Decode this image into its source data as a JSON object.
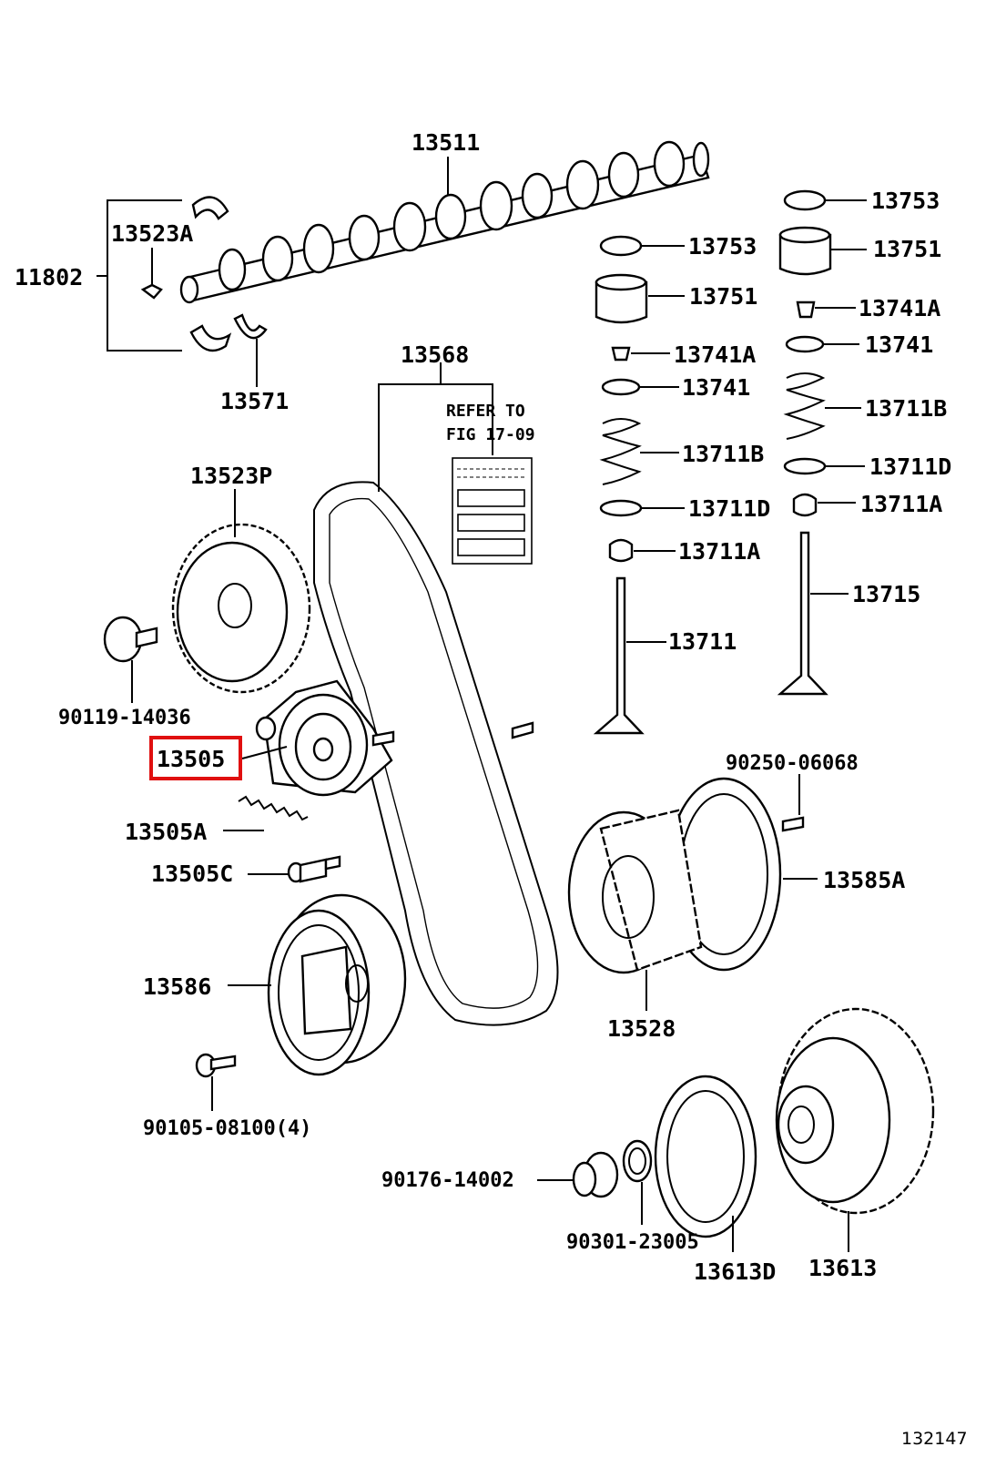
{
  "labels": {
    "p13511": "13511",
    "p13523A": "13523A",
    "p11802": "11802",
    "p13571": "13571",
    "p13568": "13568",
    "p13523P": "13523P",
    "p90119": "90119-14036",
    "p13505": "13505",
    "p13505A": "13505A",
    "p13505C": "13505C",
    "p13586": "13586",
    "p90105": "90105-08100(4)",
    "p90250": "90250-06068",
    "p13585A": "13585A",
    "p13528": "13528",
    "p90176": "90176-14002",
    "p90301": "90301-23005",
    "p13613D": "13613D",
    "p13613": "13613",
    "p13753a": "13753",
    "p13751a": "13751",
    "p13741Aa": "13741A",
    "p13741a": "13741",
    "p13711Ba": "13711B",
    "p13711Da": "13711D",
    "p13711Aa": "13711A",
    "p13711": "13711",
    "p13753b": "13753",
    "p13751b": "13751",
    "p13741Ab": "13741A",
    "p13741b": "13741",
    "p13711Bb": "13711B",
    "p13711Db": "13711D",
    "p13711Ab": "13711A",
    "p13715": "13715"
  },
  "refer": {
    "line1": "REFER TO",
    "line2": "FIG 17-09"
  },
  "figure_number": "132147",
  "highlight": {
    "part": "13505",
    "color": "#e01010"
  }
}
